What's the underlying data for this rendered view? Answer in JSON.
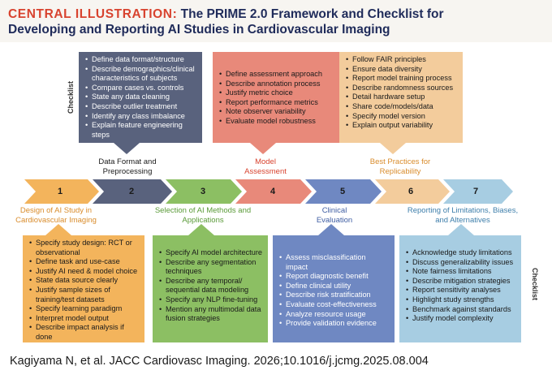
{
  "title": {
    "prefix": "CENTRAL ILLUSTRATION:",
    "line1": "The PRIME 2.0 Framework and Checklist for",
    "line2": "Developing and Reporting AI Studies in Cardiovascular Imaging"
  },
  "checklist_label": "Checklist",
  "stages": [
    {
      "number": "1",
      "label": "Design of AI Study in Cardiovascular Imaging"
    },
    {
      "number": "2",
      "label": "Data Format and Preprocessing"
    },
    {
      "number": "3",
      "label": "Selection of AI Methods and Applications"
    },
    {
      "number": "4",
      "label": "Model Assessment"
    },
    {
      "number": "5",
      "label": "Clinical Evaluation"
    },
    {
      "number": "6",
      "label": "Best Practices for Replicability"
    },
    {
      "number": "7",
      "label": "Reporting of Limitations, Biases, and Alternatives"
    }
  ],
  "boxes": {
    "data_format": [
      "Define data format/structure",
      "Describe demographics/clinical characteristics of subjects",
      "Compare cases vs. controls",
      "State any data cleaning",
      "Describe outlier treatment",
      "Identify any class imbalance",
      "Explain feature engineering steps"
    ],
    "model_assessment": [
      "Define assessment approach",
      "Describe annotation process",
      "Justify metric choice",
      "Report performance metrics",
      "Note observer variability",
      "Evaluate model robustness"
    ],
    "replicability": [
      "Follow FAIR principles",
      "Ensure data diversity",
      "Report model training process",
      "Describe randomness sources",
      "Detail hardware setup",
      "Share code/models/data",
      "Specify model version",
      "Explain output variability"
    ],
    "study_design": [
      "Specify study design: RCT or observational",
      "Define task and use-case",
      "Justify AI need & model choice",
      "State data source clearly",
      "Justify sample sizes of training/test datasets",
      "Specify learning paradigm",
      "Interpret model output",
      "Describe impact analysis if done"
    ],
    "ai_methods": [
      "Specify AI model architecture",
      "Describe any segmentation techniques",
      "Describe any temporal/ sequential data modeling",
      "Specify any NLP fine-tuning",
      "Mention any multimodal data fusion strategies"
    ],
    "clinical_eval": [
      "Assess misclassification impact",
      "Report diagnostic benefit",
      "Define clinical utility",
      "Describe risk stratification",
      "Evaluate cost-effectiveness",
      "Analyze resource usage",
      "Provide validation evidence"
    ],
    "limitations": [
      "Acknowledge study limitations",
      "Discuss generalizability issues",
      "Note fairness limitations",
      "Describe mitigation strategies",
      "Report sensitivity analyses",
      "Highlight study strengths",
      "Benchmark against standards",
      "Justify model complexity"
    ]
  },
  "citation": "Kagiyama N, et al. JACC Cardiovasc Imaging. 2026;10.1016/j.jcmg.2025.08.004",
  "colors": {
    "title_red": "#d8432f",
    "title_navy": "#1f2b5a",
    "stage1": "#f3b45c",
    "stage2": "#59627d",
    "stage3": "#8cbf63",
    "stage4": "#e8897a",
    "stage5": "#6f88c2",
    "stage6": "#f3cc9c",
    "stage7": "#a7cde2"
  }
}
